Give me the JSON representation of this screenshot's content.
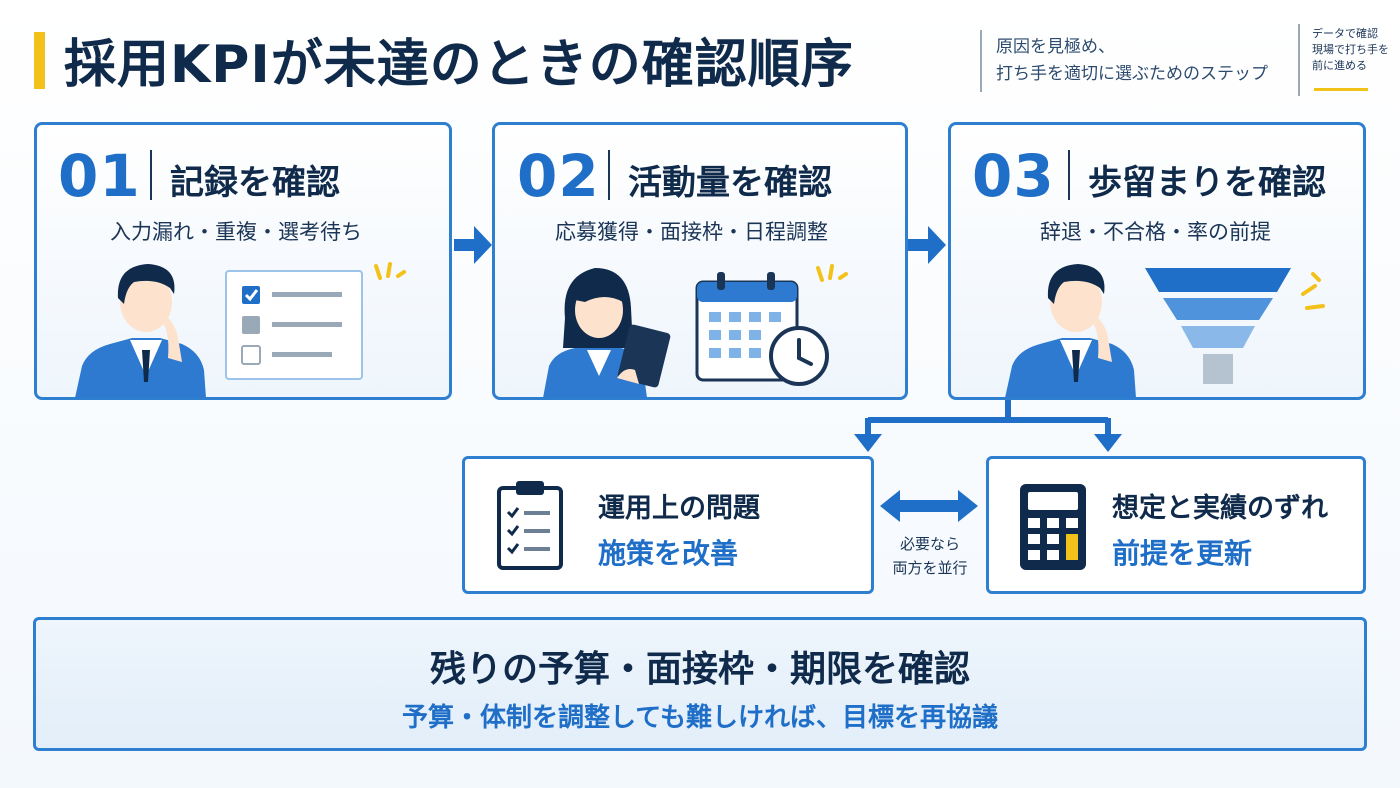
{
  "header": {
    "title": "採用KPIが未達のときの確認順序",
    "subtitle_line1": "原因を見極め、",
    "subtitle_line2": "打ち手を適切に選ぶためのステップ",
    "note_line1": "データで確認",
    "note_line2": "現場で打ち手を",
    "note_line3": "前に進める"
  },
  "steps": [
    {
      "number": "01",
      "title": "記録を確認",
      "items": "入力漏れ・重複・選考待ち",
      "icon": "checklist-form-icon"
    },
    {
      "number": "02",
      "title": "活動量を確認",
      "items": "応募獲得・面接枠・日程調整",
      "icon": "calendar-clock-icon"
    },
    {
      "number": "03",
      "title": "歩留まりを確認",
      "items": "辞退・不合格・率の前提",
      "icon": "funnel-icon"
    }
  ],
  "branches": [
    {
      "title": "運用上の問題",
      "action": "施策を改善",
      "icon": "clipboard-checklist-icon"
    },
    {
      "title": "想定と実績のずれ",
      "action": "前提を更新",
      "icon": "calculator-icon"
    }
  ],
  "branch_note": {
    "line1": "必要なら",
    "line2": "両方を並行"
  },
  "final": {
    "title": "残りの予算・面接枠・期限を確認",
    "subtitle": "予算・体制を調整しても難しければ、目標を再協議"
  },
  "colors": {
    "accent_blue": "#2f7fd1",
    "number_blue": "#1f6fc8",
    "navy": "#0f2a4a",
    "yellow": "#f2c21b"
  }
}
